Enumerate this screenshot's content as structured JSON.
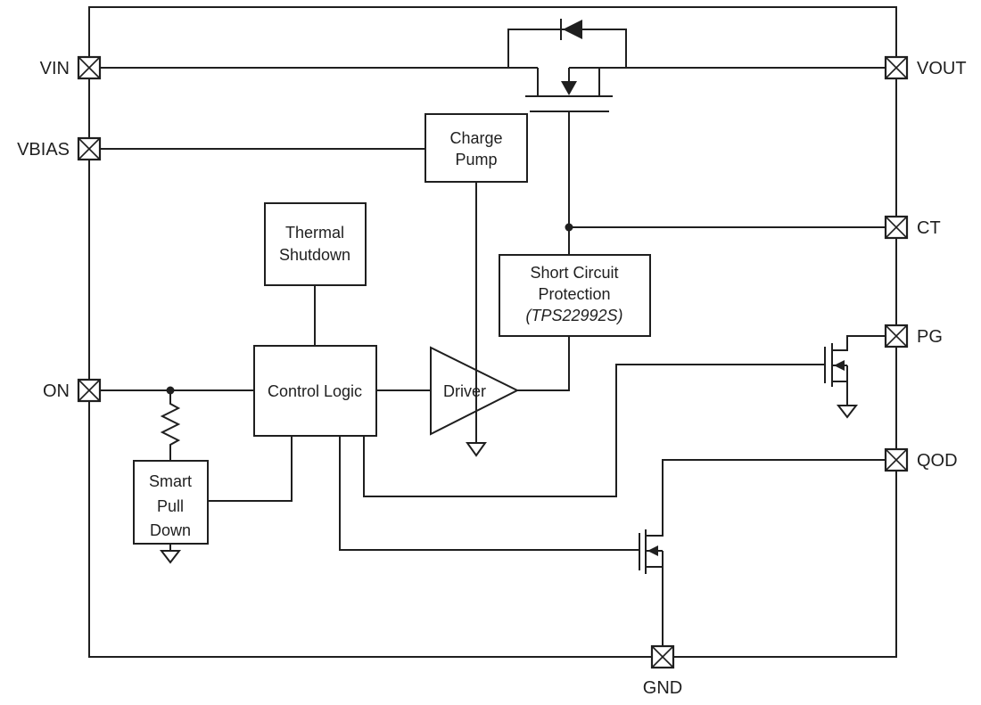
{
  "diagram": {
    "title_hint": "Load switch functional block diagram",
    "pins": {
      "vin": "VIN",
      "vbias": "VBIAS",
      "on": "ON",
      "vout": "VOUT",
      "ct": "CT",
      "pg": "PG",
      "qod": "QOD",
      "gnd": "GND"
    },
    "blocks": {
      "charge_pump": {
        "lines": [
          "Charge",
          "Pump"
        ]
      },
      "thermal_shutdown": {
        "lines": [
          "Thermal",
          "Shutdown"
        ]
      },
      "control_logic": {
        "label": "Control Logic"
      },
      "driver": {
        "label": "Driver"
      },
      "short_circuit_protection": {
        "lines": [
          "Short Circuit",
          "Protection",
          "(TPS22992S)"
        ]
      },
      "smart_pull_down": {
        "lines": [
          "Smart",
          "Pull",
          "Down"
        ]
      }
    },
    "colors": {
      "line": "#1f1f1f",
      "background": "#ffffff"
    }
  }
}
